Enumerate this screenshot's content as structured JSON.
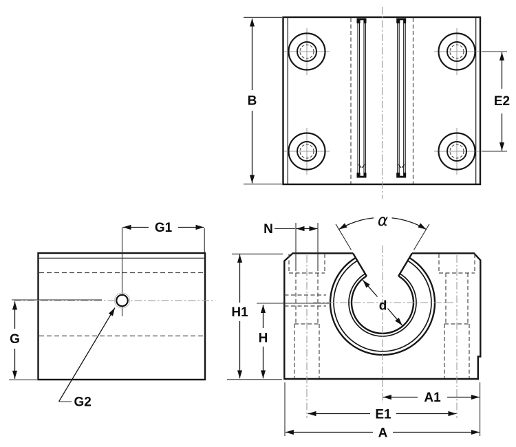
{
  "labels": {
    "B": "B",
    "E2": "E2",
    "G1": "G1",
    "G": "G",
    "G2": "G2",
    "N": "N",
    "alpha": "α",
    "H1": "H1",
    "H": "H",
    "d": "d",
    "A1": "A1",
    "E1": "E1",
    "A": "A"
  },
  "colors": {
    "line": "#161616",
    "hidden_line": "#4a4a4a",
    "centerline": "#9b9b9b",
    "background": "#ffffff"
  }
}
